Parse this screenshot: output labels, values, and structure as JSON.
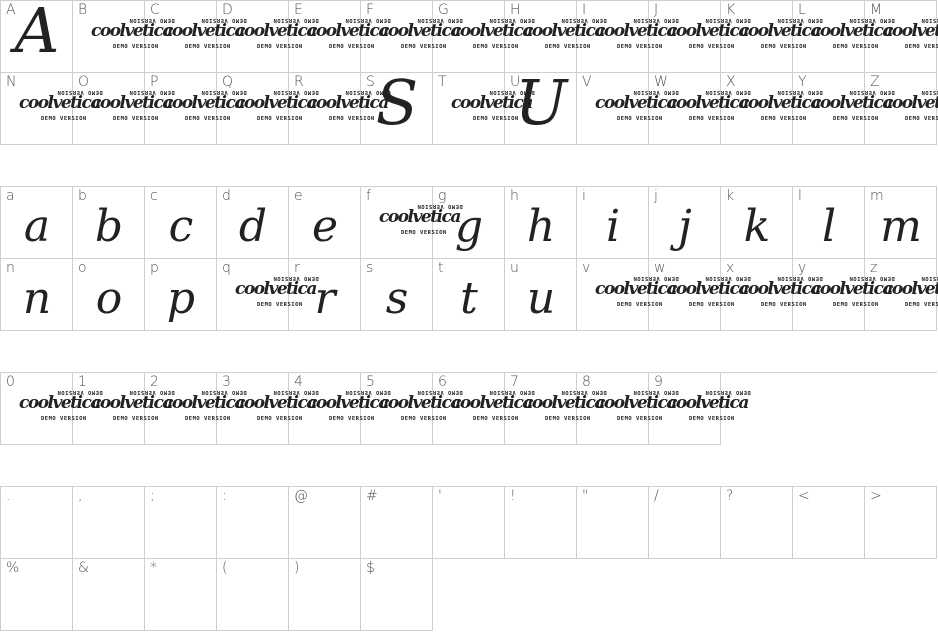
{
  "watermark": {
    "top": "DEMO VERSION",
    "main": "coolvetica",
    "bottom": "DEMO VERSION"
  },
  "sections": [
    {
      "id": "uppercase",
      "cells": [
        {
          "label": "A",
          "glyph": "A",
          "wm": false,
          "big": true
        },
        {
          "label": "B",
          "glyph": "",
          "wm": true
        },
        {
          "label": "C",
          "glyph": "",
          "wm": true
        },
        {
          "label": "D",
          "glyph": "",
          "wm": true
        },
        {
          "label": "E",
          "glyph": "",
          "wm": true
        },
        {
          "label": "F",
          "glyph": "",
          "wm": true
        },
        {
          "label": "G",
          "glyph": "",
          "wm": true
        },
        {
          "label": "H",
          "glyph": "",
          "wm": true
        },
        {
          "label": "I",
          "glyph": "",
          "wm": true
        },
        {
          "label": "J",
          "glyph": "",
          "wm": true
        },
        {
          "label": "K",
          "glyph": "",
          "wm": true
        },
        {
          "label": "L",
          "glyph": "",
          "wm": true
        },
        {
          "label": "M",
          "glyph": "",
          "wm": true
        },
        {
          "label": "N",
          "glyph": "",
          "wm": true
        },
        {
          "label": "O",
          "glyph": "",
          "wm": true
        },
        {
          "label": "P",
          "glyph": "",
          "wm": true
        },
        {
          "label": "Q",
          "glyph": "",
          "wm": true
        },
        {
          "label": "R",
          "glyph": "",
          "wm": true
        },
        {
          "label": "S",
          "glyph": "S",
          "wm": false,
          "big": true
        },
        {
          "label": "T",
          "glyph": "",
          "wm": true
        },
        {
          "label": "U",
          "glyph": "U",
          "wm": false,
          "big": true
        },
        {
          "label": "V",
          "glyph": "",
          "wm": true
        },
        {
          "label": "W",
          "glyph": "",
          "wm": true
        },
        {
          "label": "X",
          "glyph": "",
          "wm": true
        },
        {
          "label": "Y",
          "glyph": "",
          "wm": true
        },
        {
          "label": "Z",
          "glyph": "",
          "wm": true
        }
      ]
    },
    {
      "id": "lowercase",
      "cells": [
        {
          "label": "a",
          "glyph": "a",
          "wm": false
        },
        {
          "label": "b",
          "glyph": "b",
          "wm": false
        },
        {
          "label": "c",
          "glyph": "c",
          "wm": false
        },
        {
          "label": "d",
          "glyph": "d",
          "wm": false
        },
        {
          "label": "e",
          "glyph": "e",
          "wm": false
        },
        {
          "label": "f",
          "glyph": "",
          "wm": true
        },
        {
          "label": "g",
          "glyph": "g",
          "wm": false
        },
        {
          "label": "h",
          "glyph": "h",
          "wm": false
        },
        {
          "label": "i",
          "glyph": "i",
          "wm": false
        },
        {
          "label": "j",
          "glyph": "j",
          "wm": false
        },
        {
          "label": "k",
          "glyph": "k",
          "wm": false
        },
        {
          "label": "l",
          "glyph": "l",
          "wm": false
        },
        {
          "label": "m",
          "glyph": "m",
          "wm": false
        },
        {
          "label": "n",
          "glyph": "n",
          "wm": false
        },
        {
          "label": "o",
          "glyph": "o",
          "wm": false
        },
        {
          "label": "p",
          "glyph": "p",
          "wm": false
        },
        {
          "label": "q",
          "glyph": "",
          "wm": true
        },
        {
          "label": "r",
          "glyph": "r",
          "wm": false
        },
        {
          "label": "s",
          "glyph": "s",
          "wm": false
        },
        {
          "label": "t",
          "glyph": "t",
          "wm": false
        },
        {
          "label": "u",
          "glyph": "u",
          "wm": false
        },
        {
          "label": "v",
          "glyph": "",
          "wm": true
        },
        {
          "label": "w",
          "glyph": "",
          "wm": true
        },
        {
          "label": "x",
          "glyph": "",
          "wm": true
        },
        {
          "label": "y",
          "glyph": "",
          "wm": true
        },
        {
          "label": "z",
          "glyph": "",
          "wm": true
        }
      ]
    },
    {
      "id": "digits",
      "cells": [
        {
          "label": "0",
          "glyph": "",
          "wm": true
        },
        {
          "label": "1",
          "glyph": "",
          "wm": true
        },
        {
          "label": "2",
          "glyph": "",
          "wm": true
        },
        {
          "label": "3",
          "glyph": "",
          "wm": true
        },
        {
          "label": "4",
          "glyph": "",
          "wm": true
        },
        {
          "label": "5",
          "glyph": "",
          "wm": true
        },
        {
          "label": "6",
          "glyph": "",
          "wm": true
        },
        {
          "label": "7",
          "glyph": "",
          "wm": true
        },
        {
          "label": "8",
          "glyph": "",
          "wm": true
        },
        {
          "label": "9",
          "glyph": "",
          "wm": true
        }
      ]
    },
    {
      "id": "punctuation",
      "cells": [
        {
          "label": ".",
          "glyph": "",
          "wm": false
        },
        {
          "label": ",",
          "glyph": "",
          "wm": false
        },
        {
          "label": ";",
          "glyph": "",
          "wm": false
        },
        {
          "label": ":",
          "glyph": "",
          "wm": false
        },
        {
          "label": "@",
          "glyph": "",
          "wm": false
        },
        {
          "label": "#",
          "glyph": "",
          "wm": false
        },
        {
          "label": "'",
          "glyph": "",
          "wm": false
        },
        {
          "label": "!",
          "glyph": "",
          "wm": false
        },
        {
          "label": "\"",
          "glyph": "",
          "wm": false
        },
        {
          "label": "/",
          "glyph": "",
          "wm": false
        },
        {
          "label": "?",
          "glyph": "",
          "wm": false
        },
        {
          "label": "<",
          "glyph": "",
          "wm": false
        },
        {
          "label": ">",
          "glyph": "",
          "wm": false
        },
        {
          "label": "%",
          "glyph": "",
          "wm": false
        },
        {
          "label": "&",
          "glyph": "",
          "wm": false
        },
        {
          "label": "*",
          "glyph": "",
          "wm": false
        },
        {
          "label": "(",
          "glyph": "",
          "wm": false
        },
        {
          "label": ")",
          "glyph": "",
          "wm": false
        },
        {
          "label": "$",
          "glyph": "",
          "wm": false
        }
      ]
    }
  ]
}
